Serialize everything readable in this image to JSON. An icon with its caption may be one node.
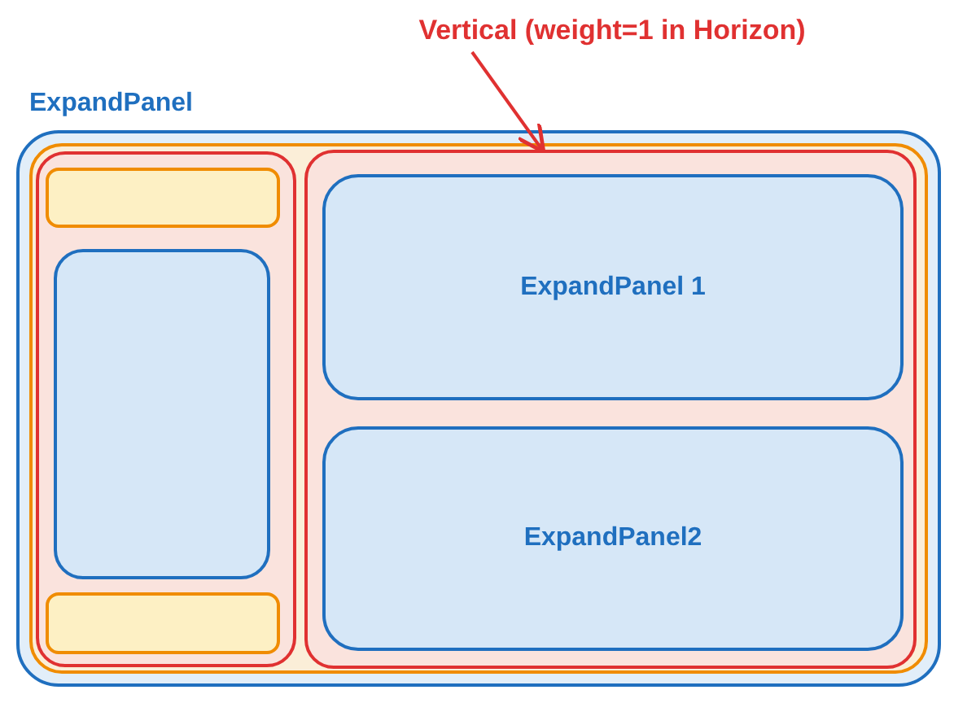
{
  "diagram": {
    "nodes": [
      {
        "text": [
          "Vertical (weight=1 in Horizon)"
        ]
      },
      {
        "text": [
          "ExpandPanel"
        ]
      },
      {
        "text": [],
        "shape": "box",
        "in": 1
      },
      {
        "text": [],
        "shape": "box",
        "in": 2
      },
      {
        "text": [],
        "shape": "box",
        "in": 3
      },
      {
        "text": [],
        "shape": "box",
        "in": 3
      },
      {
        "text": [],
        "shape": "box",
        "in": 3
      },
      {
        "text": [],
        "shape": "box",
        "in": 2
      },
      {
        "text": [
          "ExpandPanel 1"
        ],
        "in": 7
      },
      {
        "text": [
          "ExpandPanel2"
        ],
        "in": 7
      }
    ],
    "edges": [
      {
        "from": 0,
        "to": 7,
        "arrow": "to"
      }
    ]
  }
}
